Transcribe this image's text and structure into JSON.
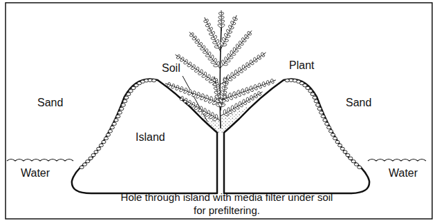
{
  "diagram": {
    "caption": "Hole through island with media filter under soil for prefiltering.",
    "labels": [
      "Soil",
      "Plant",
      "Sand",
      "Sand",
      "Island",
      "Water",
      "Water"
    ]
  }
}
